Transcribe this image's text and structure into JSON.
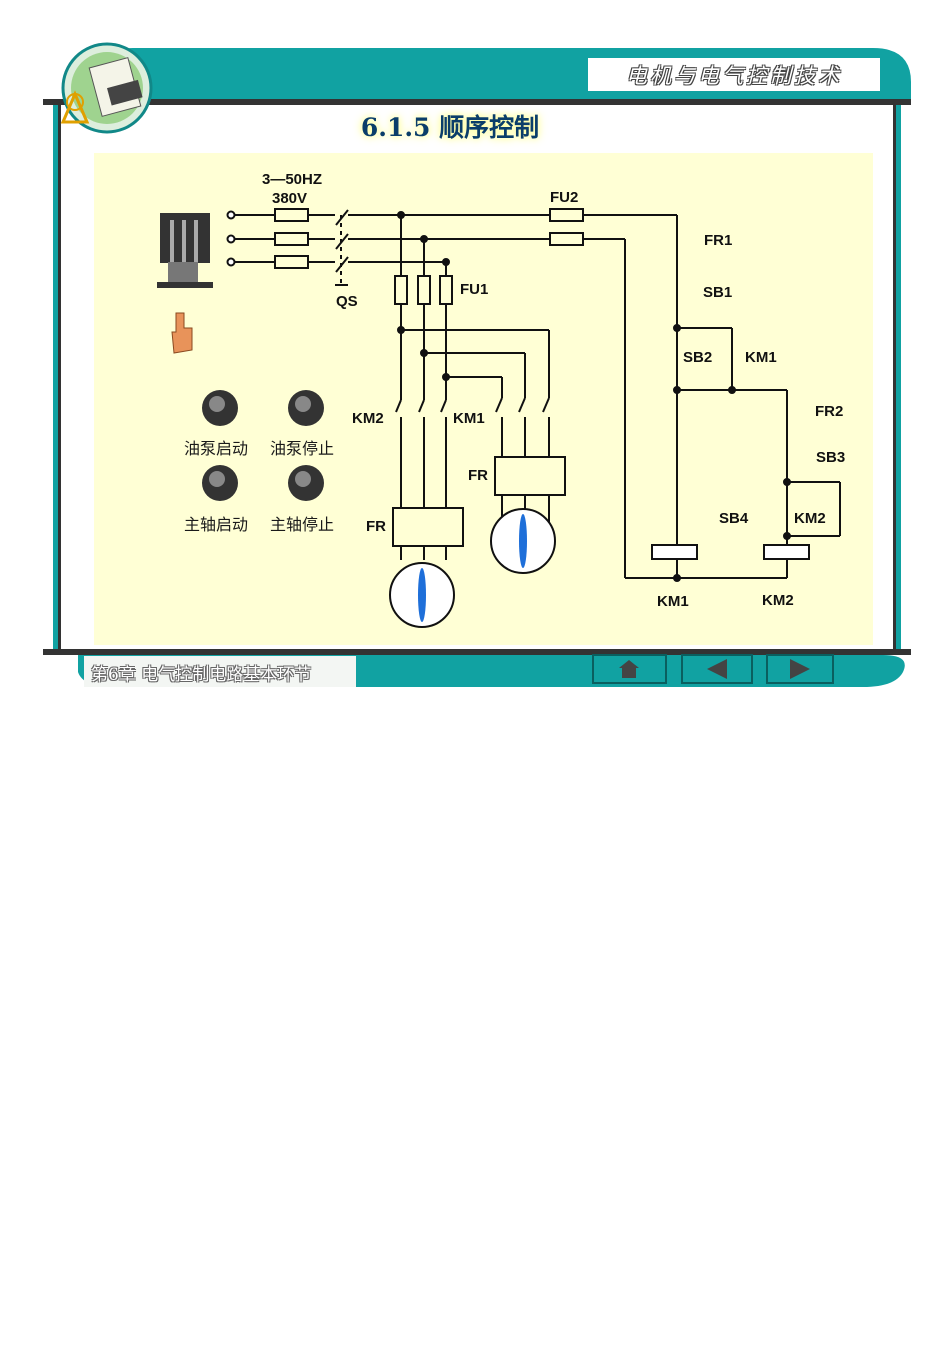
{
  "header": {
    "brand": "电机与电气控制技术",
    "title": "6.1.5  顺序控制"
  },
  "colors": {
    "teal": "#11a2a2",
    "diagram_bg": "#ffffd5",
    "motor_blade": "#1e6fd9"
  },
  "panel": {
    "buttons": [
      {
        "label": "油泵启动",
        "icon": "knob-icon"
      },
      {
        "label": "油泵停止",
        "icon": "knob-icon"
      },
      {
        "label": "主轴启动",
        "icon": "knob-icon"
      },
      {
        "label": "主轴停止",
        "icon": "knob-icon"
      }
    ],
    "pointer": "hand-pointer-icon"
  },
  "circuit": {
    "supply": "3—50HZ",
    "voltage": "380V",
    "labels": {
      "qs": "QS",
      "fu1": "FU1",
      "fu2": "FU2",
      "fr1": "FR1",
      "fr2": "FR2",
      "sb1": "SB1",
      "sb2": "SB2",
      "sb3": "SB3",
      "sb4": "SB4",
      "km1": "KM1",
      "km2": "KM2",
      "fr": "FR"
    }
  },
  "footer": {
    "chapter": "第6章    电气控制电路基本环节",
    "nav": [
      "home-icon",
      "prev-arrow-icon",
      "next-arrow-icon"
    ]
  }
}
